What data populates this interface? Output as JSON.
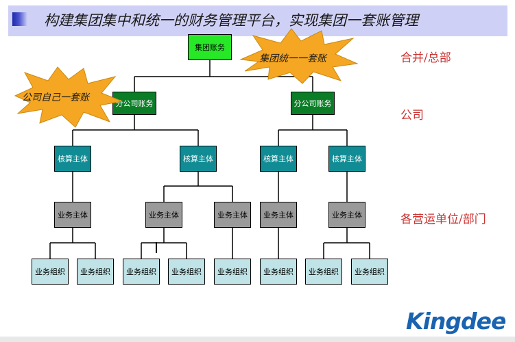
{
  "header": {
    "title": "构建集团集中和统一的财务管理平台，实现集团一套账管理",
    "icon": "blue-gradient-square-icon"
  },
  "nodes": {
    "root": "集团账务",
    "branch": "分公司账务",
    "entity": "核算主体",
    "business": "业务主体",
    "org": "业务组织"
  },
  "levels": {
    "group": "合并/总部",
    "company": "公司",
    "units": "各营运单位/部门"
  },
  "callouts": {
    "group_one_ledger": "集团统一一套账",
    "company_own_ledger": "公司自己一套账"
  },
  "logo": {
    "text": "Kingdee",
    "mark": "®"
  },
  "colors": {
    "banner": "#cfd0f5",
    "root_node": "#27e827",
    "branch_node": "#0b7d27",
    "entity_node": "#118c94",
    "business_node": "#9a9a9a",
    "org_node": "#bfe3e6",
    "burst": "#f5a623",
    "level_text": "#cc3333",
    "logo": "#1a63b0"
  }
}
